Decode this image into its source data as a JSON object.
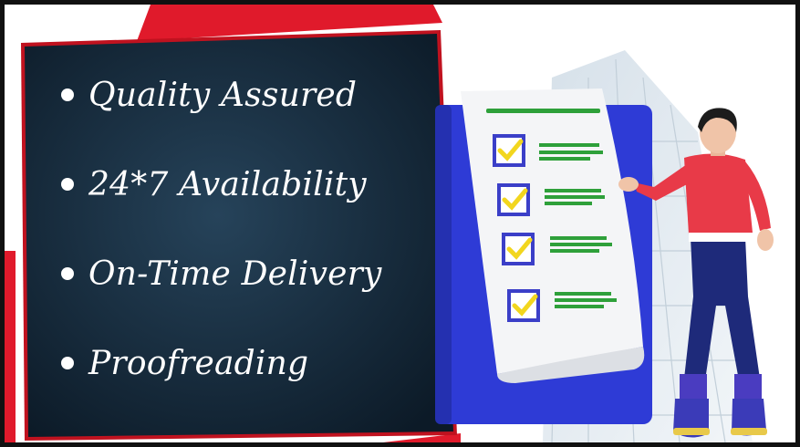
{
  "features": [
    {
      "label": "Quality Assured"
    },
    {
      "label": "24*7 Availability"
    },
    {
      "label": "On-Time Delivery"
    },
    {
      "label": "Proofreading"
    }
  ],
  "colors": {
    "panel": "#0f2233",
    "accent_red": "#e01a2b",
    "clipboard_blue": "#2e3bd6",
    "check_box": "#3b3fc8",
    "check_mark": "#f2d61e",
    "lines_green": "#2ea03a",
    "shirt": "#e83a48",
    "pants": "#1e2a7a",
    "shoes": "#3b3bb8"
  },
  "illustration": {
    "subject": "person-presenting-checklist",
    "checklist_items": 4
  }
}
